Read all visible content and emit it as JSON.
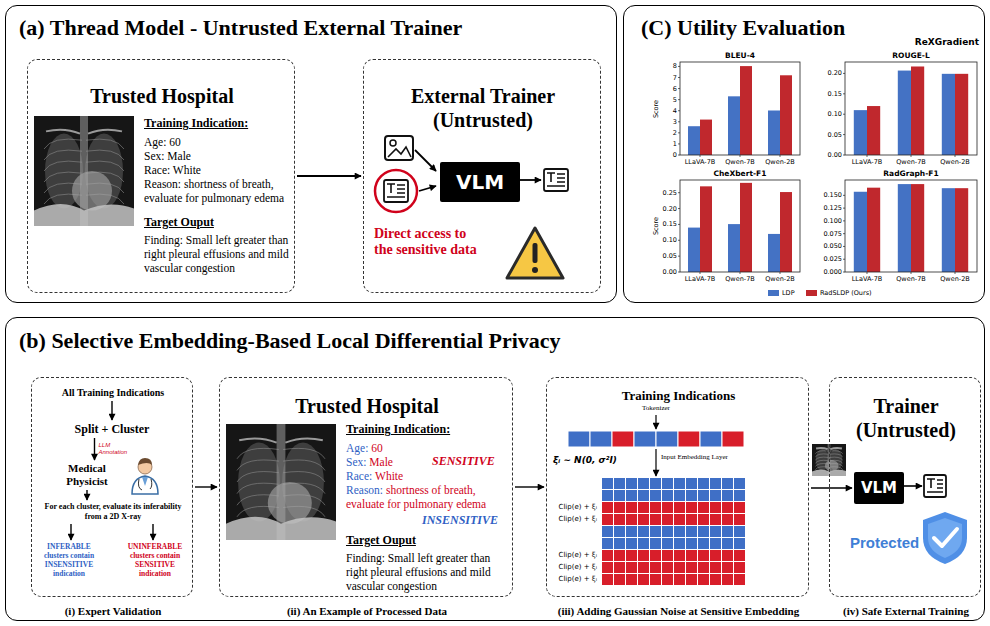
{
  "diagram": {
    "nodes": [
      {
        "text": [
          "(a) Thread Model - Untrusted External Trainer"
        ]
      },
      {
        "text": [
          "Trusted Hospital",
          "Training Indication:",
          "Age: 60",
          "Sex: Male",
          "Race: White",
          "Reason: shortness of breath, evaluate for pulmonary edema",
          "Target Ouput",
          "Finding: Small left greater than right pleural effusions and mild vascular congestion"
        ],
        "in": 0
      },
      {
        "text": [
          "External Trainer (Untrusted)",
          "Direct access to the sensitive data"
        ],
        "in": 0
      },
      {
        "text": [
          "VLM"
        ],
        "in": 2
      },
      {
        "text": [
          "(C) Utility Evaluation",
          "ReXGradient"
        ]
      },
      {
        "text": [
          "(b) Selective Embedding-Based Local Differential Privacy"
        ]
      },
      {
        "text": [
          "(i) Expert Validation"
        ],
        "in": 5
      },
      {
        "text": [
          "All Training Indications"
        ],
        "in": 6
      },
      {
        "text": [
          "Split + Cluster"
        ],
        "in": 6
      },
      {
        "text": [
          "Medical Physicist"
        ],
        "in": 6
      },
      {
        "text": [
          "For each cluster, evaluate its inferability from a 2D X-ray"
        ],
        "in": 6
      },
      {
        "text": [
          "INFERABLE clusters contain INSENSITIVE indication"
        ],
        "in": 6
      },
      {
        "text": [
          "UNINFERABLE clusters contain SENSITIVE indication"
        ],
        "in": 6
      },
      {
        "text": [
          "Trusted Hospital",
          "Training Indication:",
          "Age:",
          "60",
          "Sex:",
          "Male",
          "Race:",
          "White",
          "Reason:",
          "shortness of breath, evaluate for pulmonary edema",
          "SENSITIVE",
          "INSENSITIVE",
          "Target Ouput",
          "Finding: Small left greater than right pleural effusions and mild vascular congestion",
          "(ii) An Example of Processed Data"
        ],
        "in": 5
      },
      {
        "text": [
          "Training Indications",
          "(iii) Adding Gaussian Noise at Sensitive Embedding"
        ],
        "in": 5
      },
      {
        "text": [
          "Trainer (Untrusted)",
          "Protected",
          "(iv) Safe External Training"
        ],
        "in": 5
      },
      {
        "text": [
          "VLM"
        ],
        "in": 15
      }
    ],
    "edges": [
      {
        "from": 1,
        "to": 2,
        "arrow": "to"
      },
      {
        "from": 7,
        "to": 8,
        "arrow": "to"
      },
      {
        "from": 8,
        "to": 9,
        "arrow": "to",
        "label": "LLM Annotation"
      },
      {
        "from": 9,
        "to": 10,
        "arrow": "to"
      },
      {
        "from": 10,
        "to": 11,
        "arrow": "to"
      },
      {
        "from": 10,
        "to": 12,
        "arrow": "to"
      },
      {
        "from": 6,
        "to": 13,
        "arrow": "to"
      },
      {
        "from": 13,
        "to": 14,
        "arrow": "to"
      },
      {
        "from": 14,
        "to": 16,
        "arrow": "to"
      }
    ],
    "labels": [
      "BLEU-4",
      "0",
      "1",
      "2",
      "3",
      "4",
      "5",
      "6",
      "7",
      "8",
      "Score",
      "LLaVA-7B",
      "Qwen-7B",
      "Qwen-2B",
      "ROUGE-L",
      "0.00",
      "0.05",
      "0.10",
      "0.15",
      "0.20",
      "LLaVA-7B",
      "Qwen-7B",
      "Qwen-2B",
      "CheXbert-F1",
      "0.00",
      "0.05",
      "0.10",
      "0.15",
      "0.20",
      "0.25",
      "Score",
      "LLaVA-7B",
      "Qwen-7B",
      "Qwen-2B",
      "RadGraph-F1",
      "0.000",
      "0.025",
      "0.050",
      "0.075",
      "0.100",
      "0.125",
      "0.150",
      "LLaVA-7B",
      "Qwen-7B",
      "Qwen-2B",
      "Tokenizer",
      "Input Embedding Layer",
      "ξᵢ ∼ N(0, σ²I)",
      "Clip(e) + ξᵢ",
      "Clip(e) + ξᵢ",
      "Clip(e) + ξᵢ",
      "Clip(e) + ξᵢ",
      "Clip(e) + ξᵢ"
    ],
    "legend": [
      {
        "text": "LDP",
        "color": "#4472c4"
      },
      {
        "text": "RadSLDP (Ours)",
        "color": "#c0282d"
      }
    ]
  }
}
